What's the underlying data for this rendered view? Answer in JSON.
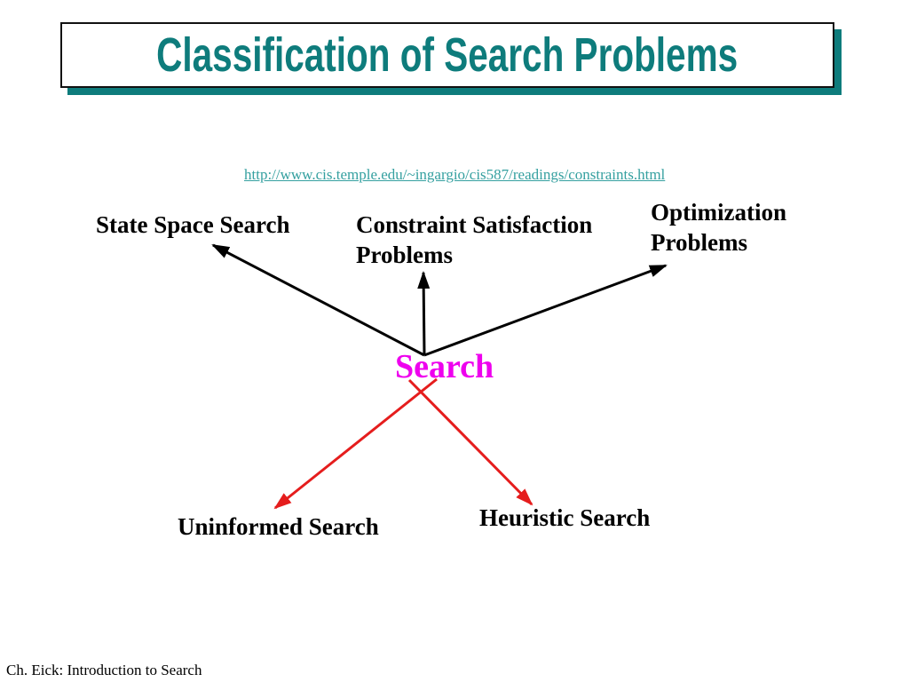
{
  "slide": {
    "title": "Classification of Search Problems",
    "link_text": "http://www.cis.temple.edu/~ingargio/cis587/readings/constraints.html",
    "footer": "Ch. Eick: Introduction to Search"
  },
  "diagram": {
    "center_node": {
      "id": "search",
      "label": "Search",
      "color": "#ee00ee"
    },
    "top_nodes": [
      {
        "id": "state-space-search",
        "label": "State Space Search"
      },
      {
        "id": "constraint-satisfaction-problems",
        "label": "Constraint Satisfaction Problems"
      },
      {
        "id": "optimization-problems",
        "label": "Optimization Problems"
      }
    ],
    "bottom_nodes": [
      {
        "id": "uninformed-search",
        "label": "Uninformed Search"
      },
      {
        "id": "heuristic-search",
        "label": "Heuristic Search"
      }
    ],
    "arrows": [
      {
        "from": "search",
        "to": "state-space-search",
        "color": "#000000"
      },
      {
        "from": "search",
        "to": "constraint-satisfaction-problems",
        "color": "#000000"
      },
      {
        "from": "search",
        "to": "optimization-problems",
        "color": "#000000"
      },
      {
        "from": "search",
        "to": "uninformed-search",
        "color": "#e51d1d"
      },
      {
        "from": "search",
        "to": "heuristic-search",
        "color": "#e51d1d"
      }
    ]
  },
  "colors": {
    "title_teal": "#0e7c7c",
    "shadow_teal": "#0e7c7c",
    "link_teal": "#35a0a0",
    "center_magenta": "#ee00ee",
    "arrow_red": "#e51d1d",
    "arrow_black": "#000000"
  }
}
